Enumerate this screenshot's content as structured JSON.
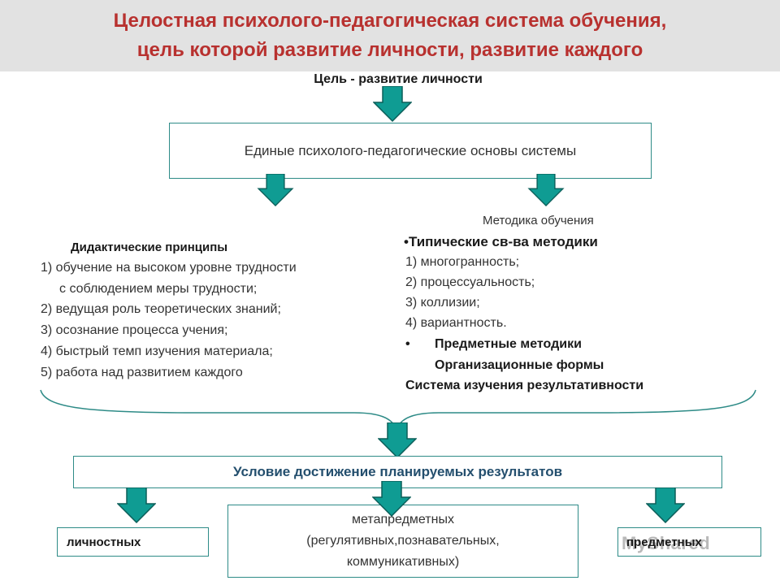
{
  "title": {
    "line1": "Целостная психолого-педагогическая система обучения,",
    "line2": "цель которой развитие личности, развитие каждого"
  },
  "goal_label": "Цель - развитие личности",
  "foundations_box": "Единые психолого-педагогические основы системы",
  "didactic": {
    "heading": "Дидактические принципы",
    "items": [
      "1)    обучение на высоком уровне трудности",
      "с соблюдением меры трудности;",
      "2)  ведущая роль теоретических  знаний;",
      "3)  осознание процесса учения;",
      "4)  быстрый темп изучения материала;",
      "5)  работа над развитием каждого"
    ]
  },
  "methodology": {
    "heading": "Методика обучения",
    "bullet1": "•Типические св-ва методики",
    "items": [
      "1)  многогранность;",
      "2)  процессуальность;",
      "3)  коллизии;",
      "4)    вариантность."
    ],
    "bullet2_marker": "•",
    "bullet2": "Предметные методики",
    "forms": "Организационные формы",
    "results_system": "Система изучения результативности"
  },
  "condition_box": "Условие достижение планируемых результатов",
  "outcomes": {
    "personal": "личностных",
    "meta": {
      "line1": "метапредметных",
      "line2": "(регулятивных,познавательных,",
      "line3": "коммуникативных)"
    },
    "subject": "предметных"
  },
  "watermark": "MyShared",
  "colors": {
    "arrow_fill": "#0f9c93",
    "arrow_stroke": "#0b5e59",
    "box_border": "#2e8b87",
    "title_color": "#b8312f",
    "title_band": "#e2e2e2"
  }
}
